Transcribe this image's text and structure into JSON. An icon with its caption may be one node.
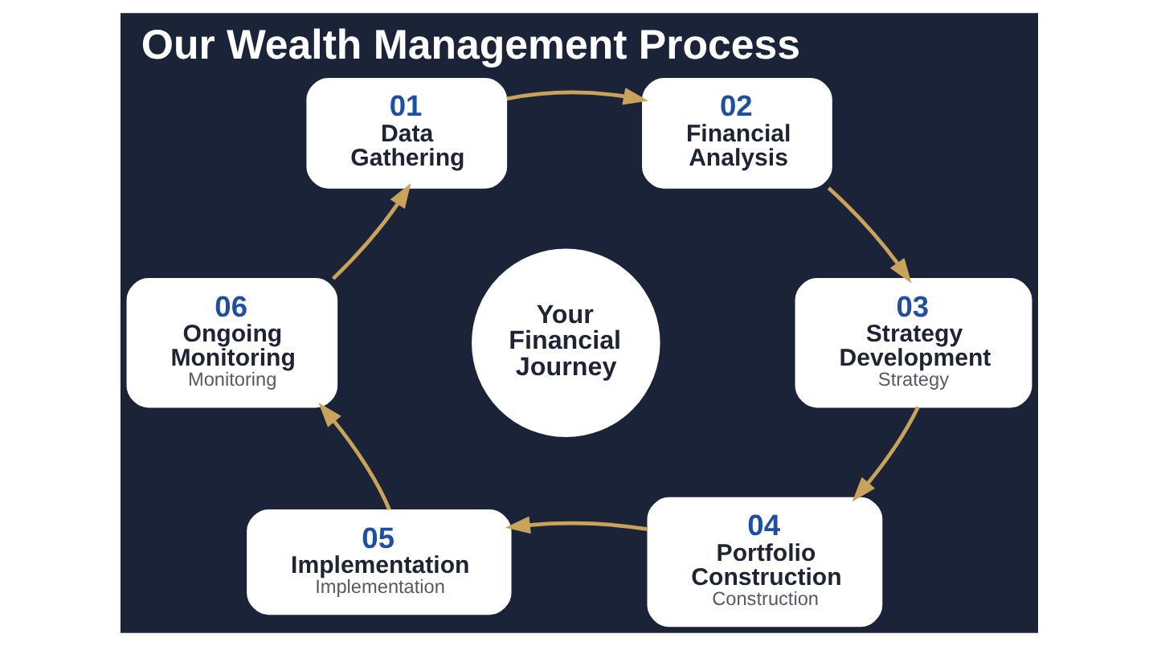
{
  "diagram": {
    "title": "Our Wealth Management Process",
    "nodes": [
      {
        "text": [
          "01",
          "Data Gathering"
        ]
      },
      {
        "text": [
          "02",
          "Financial Analysis"
        ]
      },
      {
        "text": [
          "06",
          "Ongoing Monitoring",
          "Monitoring"
        ]
      },
      {
        "text": [
          "Your Financial Journey"
        ]
      },
      {
        "text": [
          "03",
          "Strategy Development",
          "Strategy"
        ]
      },
      {
        "text": [
          "05",
          "Implementation",
          "Implementation"
        ]
      },
      {
        "text": [
          "04",
          "Portfolio Construction",
          "Construction"
        ]
      }
    ],
    "edges": [
      {
        "from": 0,
        "to": 1,
        "arrow": "to"
      },
      {
        "from": 1,
        "to": 4,
        "arrow": "to"
      },
      {
        "from": 4,
        "to": 6,
        "arrow": "to"
      },
      {
        "from": 6,
        "to": 5,
        "arrow": "to"
      },
      {
        "from": 5,
        "to": 2,
        "arrow": "to"
      },
      {
        "from": 2,
        "to": 0,
        "arrow": "to"
      }
    ]
  }
}
